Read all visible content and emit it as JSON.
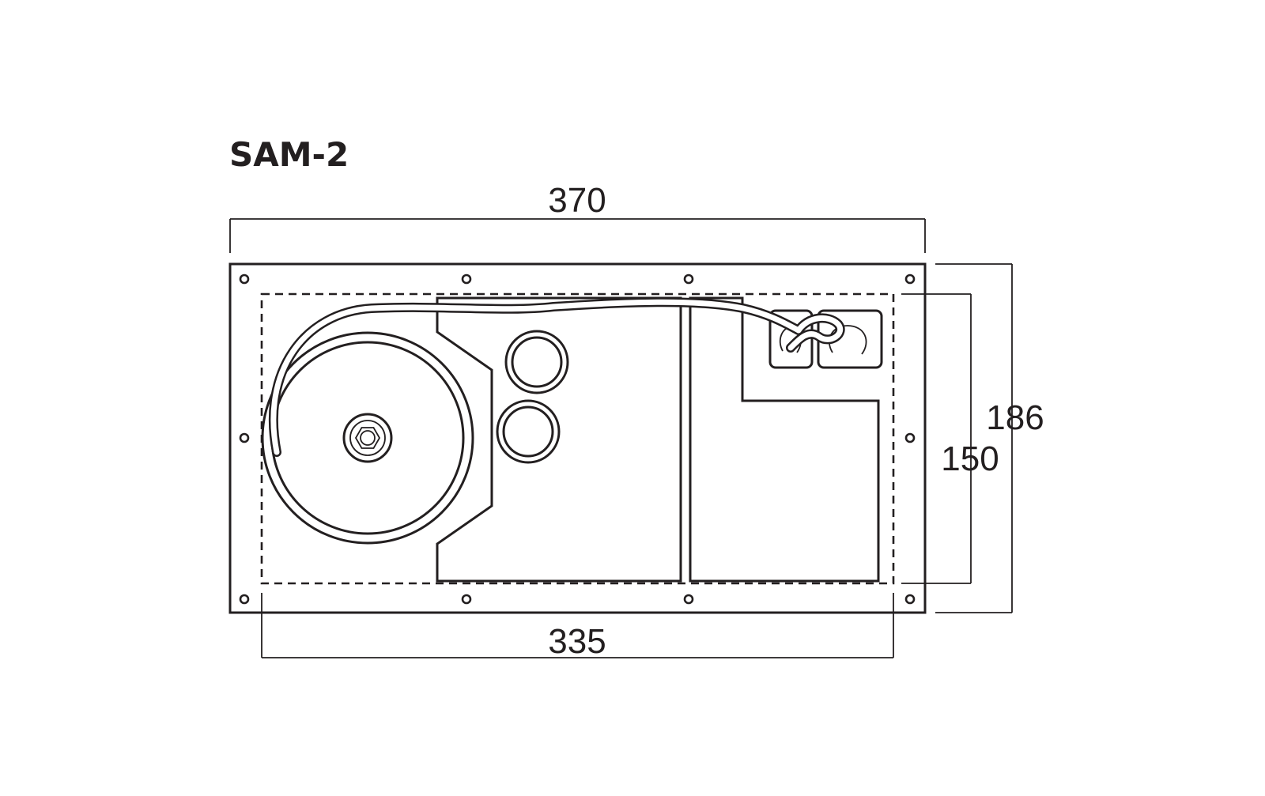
{
  "model": "SAM-2",
  "dimensions": {
    "outer_width": "370",
    "cutout_width": "335",
    "outer_height": "186",
    "cutout_height": "150"
  }
}
